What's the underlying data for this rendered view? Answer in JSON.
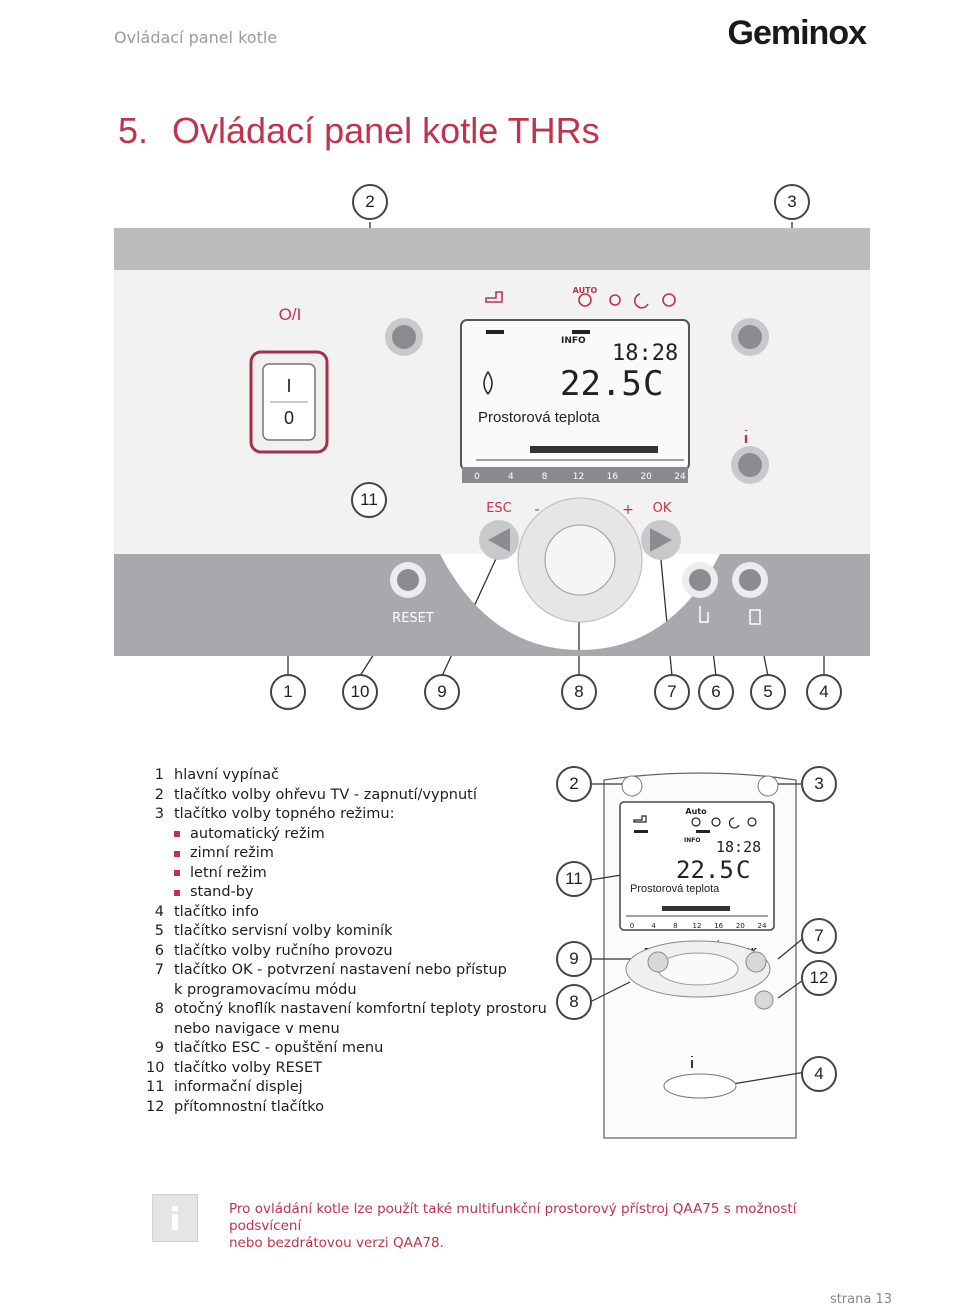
{
  "header": {
    "section": "Ovládací panel kotle",
    "brand": "Geminox"
  },
  "title": {
    "number": "5.",
    "text": "Ovládací panel kotle THRs"
  },
  "panel": {
    "switch_label": "O/I",
    "switch_on": "I",
    "switch_off": "0",
    "display_info": "INFO",
    "display_time": "18:28",
    "display_temp": "22.5",
    "display_unit": "C",
    "display_caption": "Prostorová teplota",
    "timeline_ticks": [
      "0",
      "4",
      "8",
      "12",
      "16",
      "20",
      "24"
    ],
    "esc_label": "ESC",
    "ok_label": "OK",
    "minus": "-",
    "plus": "+",
    "reset_label": "RESET",
    "auto_label": "AUTO"
  },
  "callouts": {
    "top": [
      "2",
      "3"
    ],
    "left": [
      "11"
    ],
    "bottom": [
      "1",
      "10",
      "9",
      "8",
      "7",
      "6",
      "5",
      "4"
    ]
  },
  "legend": [
    {
      "n": "1",
      "text": "hlavní vypínač"
    },
    {
      "n": "2",
      "text": "tlačítko volby ohřevu TV - zapnutí/vypnutí"
    },
    {
      "n": "3",
      "text": "tlačítko volby topného režimu:"
    },
    {
      "sub": "automatický režim"
    },
    {
      "sub": "zimní režim"
    },
    {
      "sub": "letní režim"
    },
    {
      "sub": "stand-by"
    },
    {
      "n": "4",
      "text": "tlačítko info"
    },
    {
      "n": "5",
      "text": "tlačítko servisní volby kominík"
    },
    {
      "n": "6",
      "text": "tlačítko volby ručního provozu"
    },
    {
      "n": "7",
      "text": "tlačítko OK - potvrzení nastavení nebo přístup"
    },
    {
      "cont": "k programovacímu módu"
    },
    {
      "n": "8",
      "text": "otočný knoflík nastavení komfortní teploty prostoru"
    },
    {
      "cont": "nebo navigace v menu"
    },
    {
      "n": "9",
      "text": "tlačítko ESC - opuštění menu"
    },
    {
      "n": "10",
      "text": "tlačítko volby RESET"
    },
    {
      "n": "11",
      "text": "informační displej"
    },
    {
      "n": "12",
      "text": "přítomnostní tlačítko"
    }
  ],
  "room_unit": {
    "callouts_left": [
      "2",
      "11",
      "9",
      "8"
    ],
    "callouts_right": [
      "3",
      "7",
      "12",
      "4"
    ],
    "auto_label": "Auto",
    "info": "INFO",
    "time": "18:28",
    "temp": "22.5",
    "unit": "C",
    "caption": "Prostorová teplota",
    "ticks": [
      "0",
      "4",
      "8",
      "12",
      "16",
      "20",
      "24"
    ],
    "esc": "ESC",
    "ok": "OK",
    "minus": "-",
    "plus": "+"
  },
  "note": {
    "line1": "Pro ovládání kotle lze použít také multifunkční prostorový přístroj QAA75 s možností podsvícení",
    "line2": "nebo bezdrátovou verzi QAA78."
  },
  "footer": {
    "page": "strana 13"
  },
  "colors": {
    "accent": "#c0334e",
    "panel_gray": "#bcbcbf",
    "panel_dark": "#a9a9ad"
  }
}
